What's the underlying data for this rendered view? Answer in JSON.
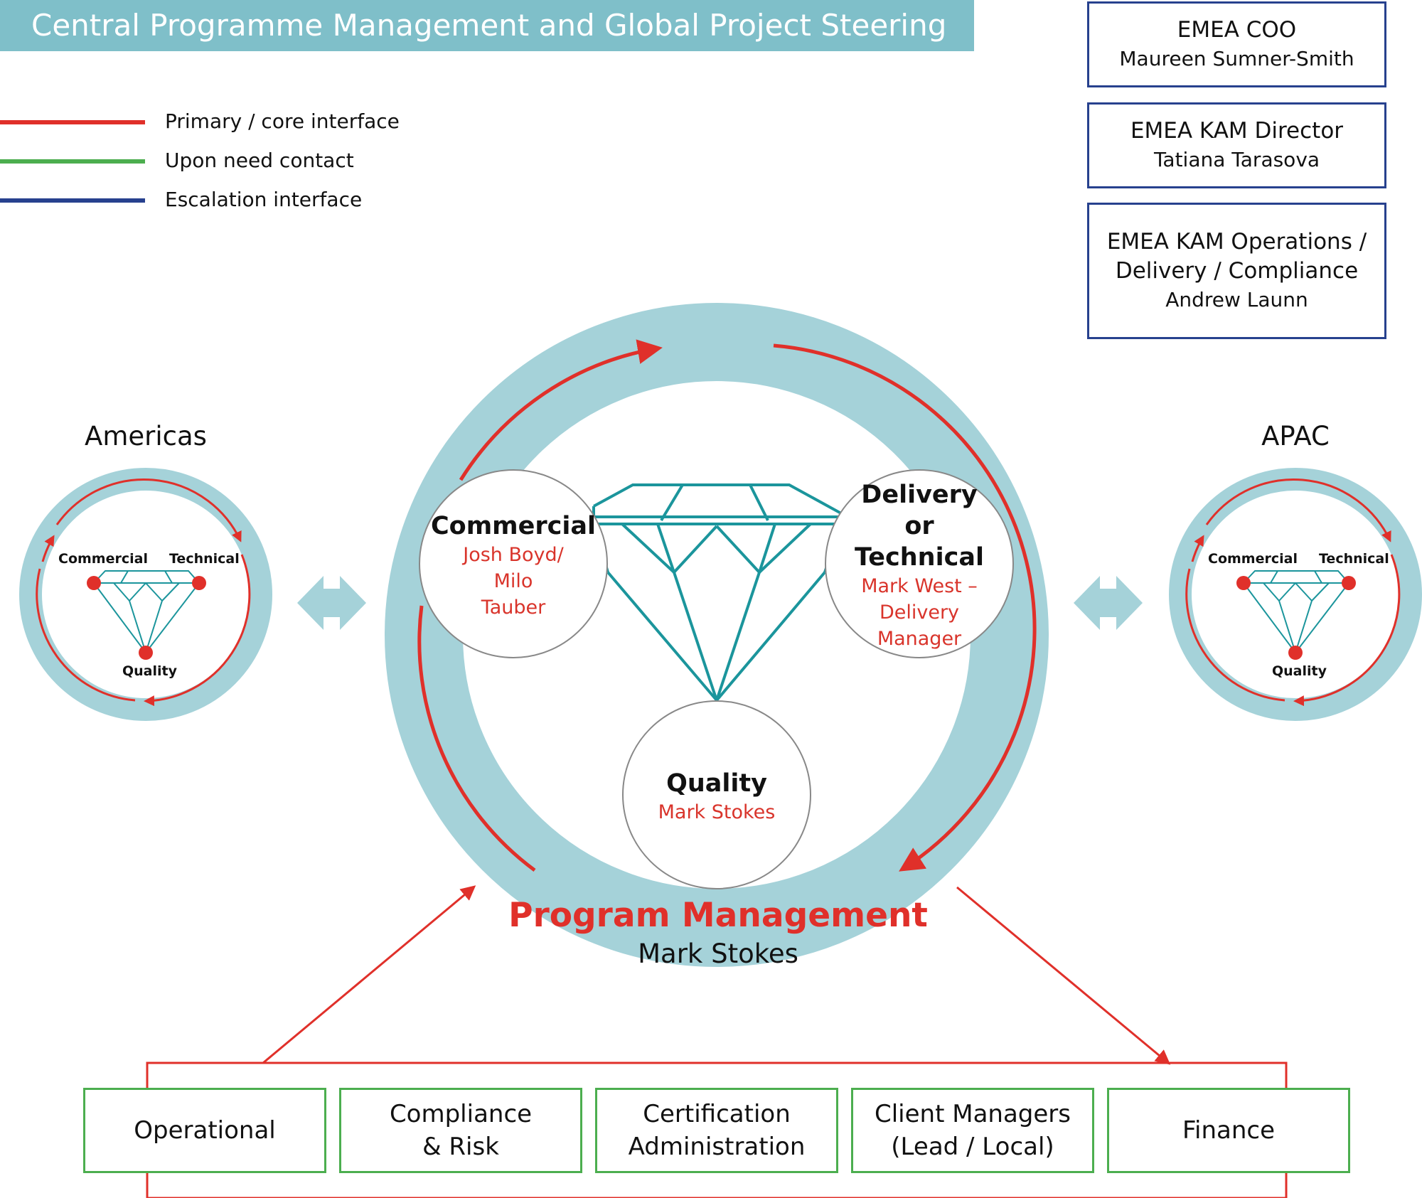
{
  "title": "Central Programme Management and Global Project Steering",
  "legend": [
    {
      "label": "Primary / core interface",
      "color": "#e0302a"
    },
    {
      "label": "Upon need contact",
      "color": "#4cae4f"
    },
    {
      "label": "Escalation interface",
      "color": "#27418e"
    }
  ],
  "executives": [
    {
      "title": "EMEA COO",
      "name": "Maureen Sumner-Smith"
    },
    {
      "title": "EMEA KAM Director",
      "name": "Tatiana Tarasova"
    },
    {
      "title": "EMEA KAM Operations / Delivery / Compliance",
      "name": "Andrew Launn"
    }
  ],
  "regions": {
    "left": {
      "title": "Americas",
      "commercial": "Commercial",
      "technical": "Technical",
      "quality": "Quality"
    },
    "right": {
      "title": "APAC",
      "commercial": "Commercial",
      "technical": "Technical",
      "quality": "Quality"
    }
  },
  "central": {
    "commercial": {
      "head": "Commercial",
      "name": "Josh Boyd/ Milo Tauber"
    },
    "delivery": {
      "head": "Delivery or Technical",
      "name": "Mark West – Delivery Manager"
    },
    "quality": {
      "head": "Quality",
      "name": "Mark Stokes"
    },
    "program": {
      "title": "Program Management",
      "name": "Mark Stokes"
    }
  },
  "functions": [
    "Operational",
    "Compliance & Risk",
    "Certification Administration",
    "Client Managers (Lead / Local)",
    "Finance"
  ],
  "colors": {
    "teal_ring": "#a5d2d9",
    "title_bar": "#7fbfc9",
    "diamond": "#1b959c",
    "red": "#e0302a",
    "green": "#4cae4f",
    "navy": "#27418e"
  }
}
